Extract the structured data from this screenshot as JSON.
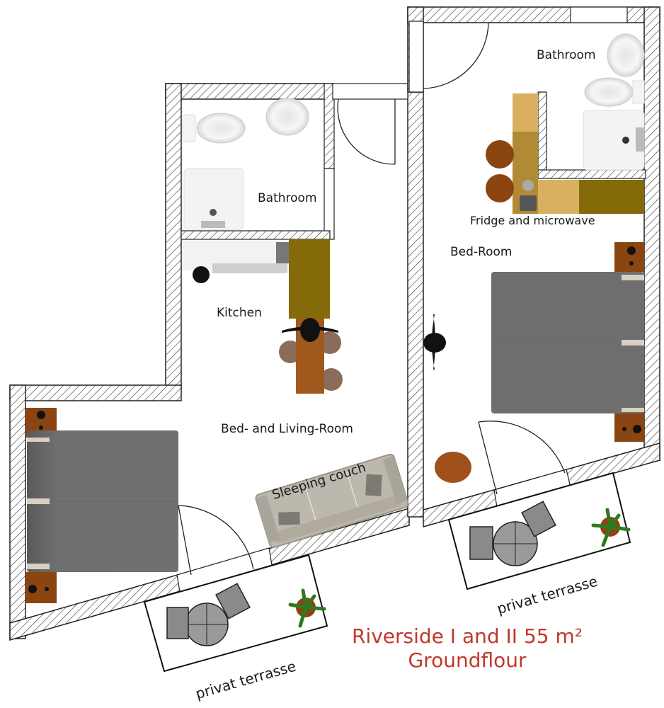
{
  "title": {
    "line1": "Riverside I and II 55 m²",
    "line2": "Groundflour",
    "color": "#c0392b"
  },
  "rooms": {
    "left_bathroom": "Bathroom",
    "kitchen": "Kitchen",
    "bed_living_room": "Bed- and Living-Room",
    "sleeping_couch": "Sleeping couch",
    "right_bathroom": "Bathroom",
    "fridge_microwave": "Fridge and microwave",
    "bed_room": "Bed-Room"
  },
  "terraces": {
    "left": "privat terrasse",
    "right": "privat terrasse"
  },
  "colors": {
    "wall_outline": "#222222",
    "bed": "#6e6e6e",
    "nightstand": "#8b4510",
    "counter_dark": "#856a0a",
    "counter_light": "#d9b060",
    "table": "#a0581c",
    "stool": "#8b6b5a",
    "couch": "#bdb8ad",
    "plant": "#2d7a1f"
  }
}
